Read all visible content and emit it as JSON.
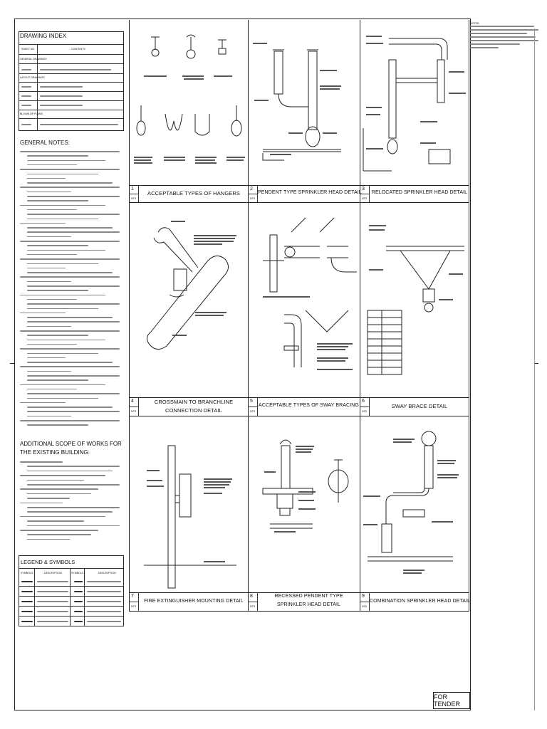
{
  "drawing_index": {
    "title": "DRAWING INDEX",
    "col_sheet": "SHEET NO.",
    "col_contents": "CONTENTS",
    "section_general": "GENERAL DRAWINGS",
    "section_layout": "LAYOUT DRAWINGS",
    "section_blown": "BLOWN UP PLANS"
  },
  "general_notes_title": "GENERAL NOTES:",
  "additional_scope_title_1": "ADDITIONAL SCOPE OF WORKS FOR",
  "additional_scope_title_2": "THE EXISTING BUILDING:",
  "legend": {
    "title": "LEGEND & SYMBOLS",
    "col_symbols": "SYMBOLS",
    "col_description": "DESCRIPTION"
  },
  "details": [
    {
      "num": "1",
      "title": "ACCEPTABLE TYPES OF HANGERS",
      "scale": "NTS"
    },
    {
      "num": "2",
      "title": "PENDENT TYPE SPRINKLER HEAD DETAIL",
      "scale": "NTS"
    },
    {
      "num": "3",
      "title": "RELOCATED SPRINKLER HEAD DETAIL",
      "scale": "NTS"
    },
    {
      "num": "4",
      "title_1": "CROSSMAIN TO BRANCHLINE",
      "title_2": "CONNECTION DETAIL",
      "scale": "NTS"
    },
    {
      "num": "5",
      "title": "ACCEPTABLE TYPES OF SWAY BRACING",
      "scale": "NTS"
    },
    {
      "num": "6",
      "title": "SWAY BRACE DETAIL",
      "scale": "NTS"
    },
    {
      "num": "7",
      "title": "FIRE EXTINGUISHER MOUNTING DETAIL",
      "scale": "NTS"
    },
    {
      "num": "8",
      "title_1": "RECESSED PENDENT TYPE",
      "title_2": "SPRINKLER HEAD DETAIL",
      "scale": "NTS"
    },
    {
      "num": "9",
      "title": "COMBINATION SPRINKLER HEAD DETAIL",
      "scale": "NTS"
    }
  ],
  "notes_header": "NOTES:",
  "stamp": "FOR TENDER"
}
